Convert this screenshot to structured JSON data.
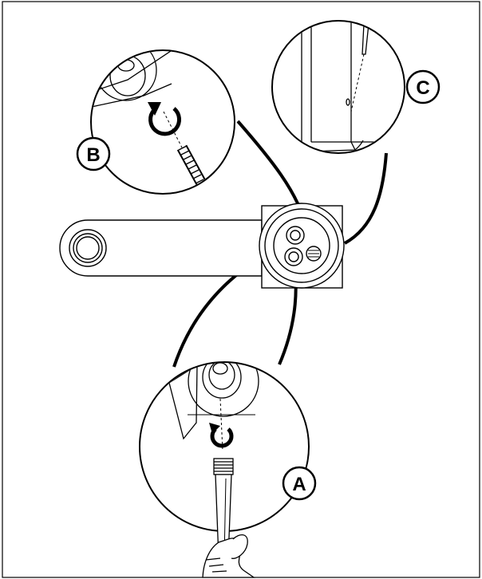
{
  "callouts": {
    "a": "A",
    "b": "B",
    "c": "C"
  },
  "colors": {
    "line": "#000000",
    "background": "#ffffff"
  },
  "icons": [
    "rotate-counterclockwise-icon",
    "rotate-clockwise-icon",
    "hand-icon",
    "flexible-hose-icon"
  ]
}
